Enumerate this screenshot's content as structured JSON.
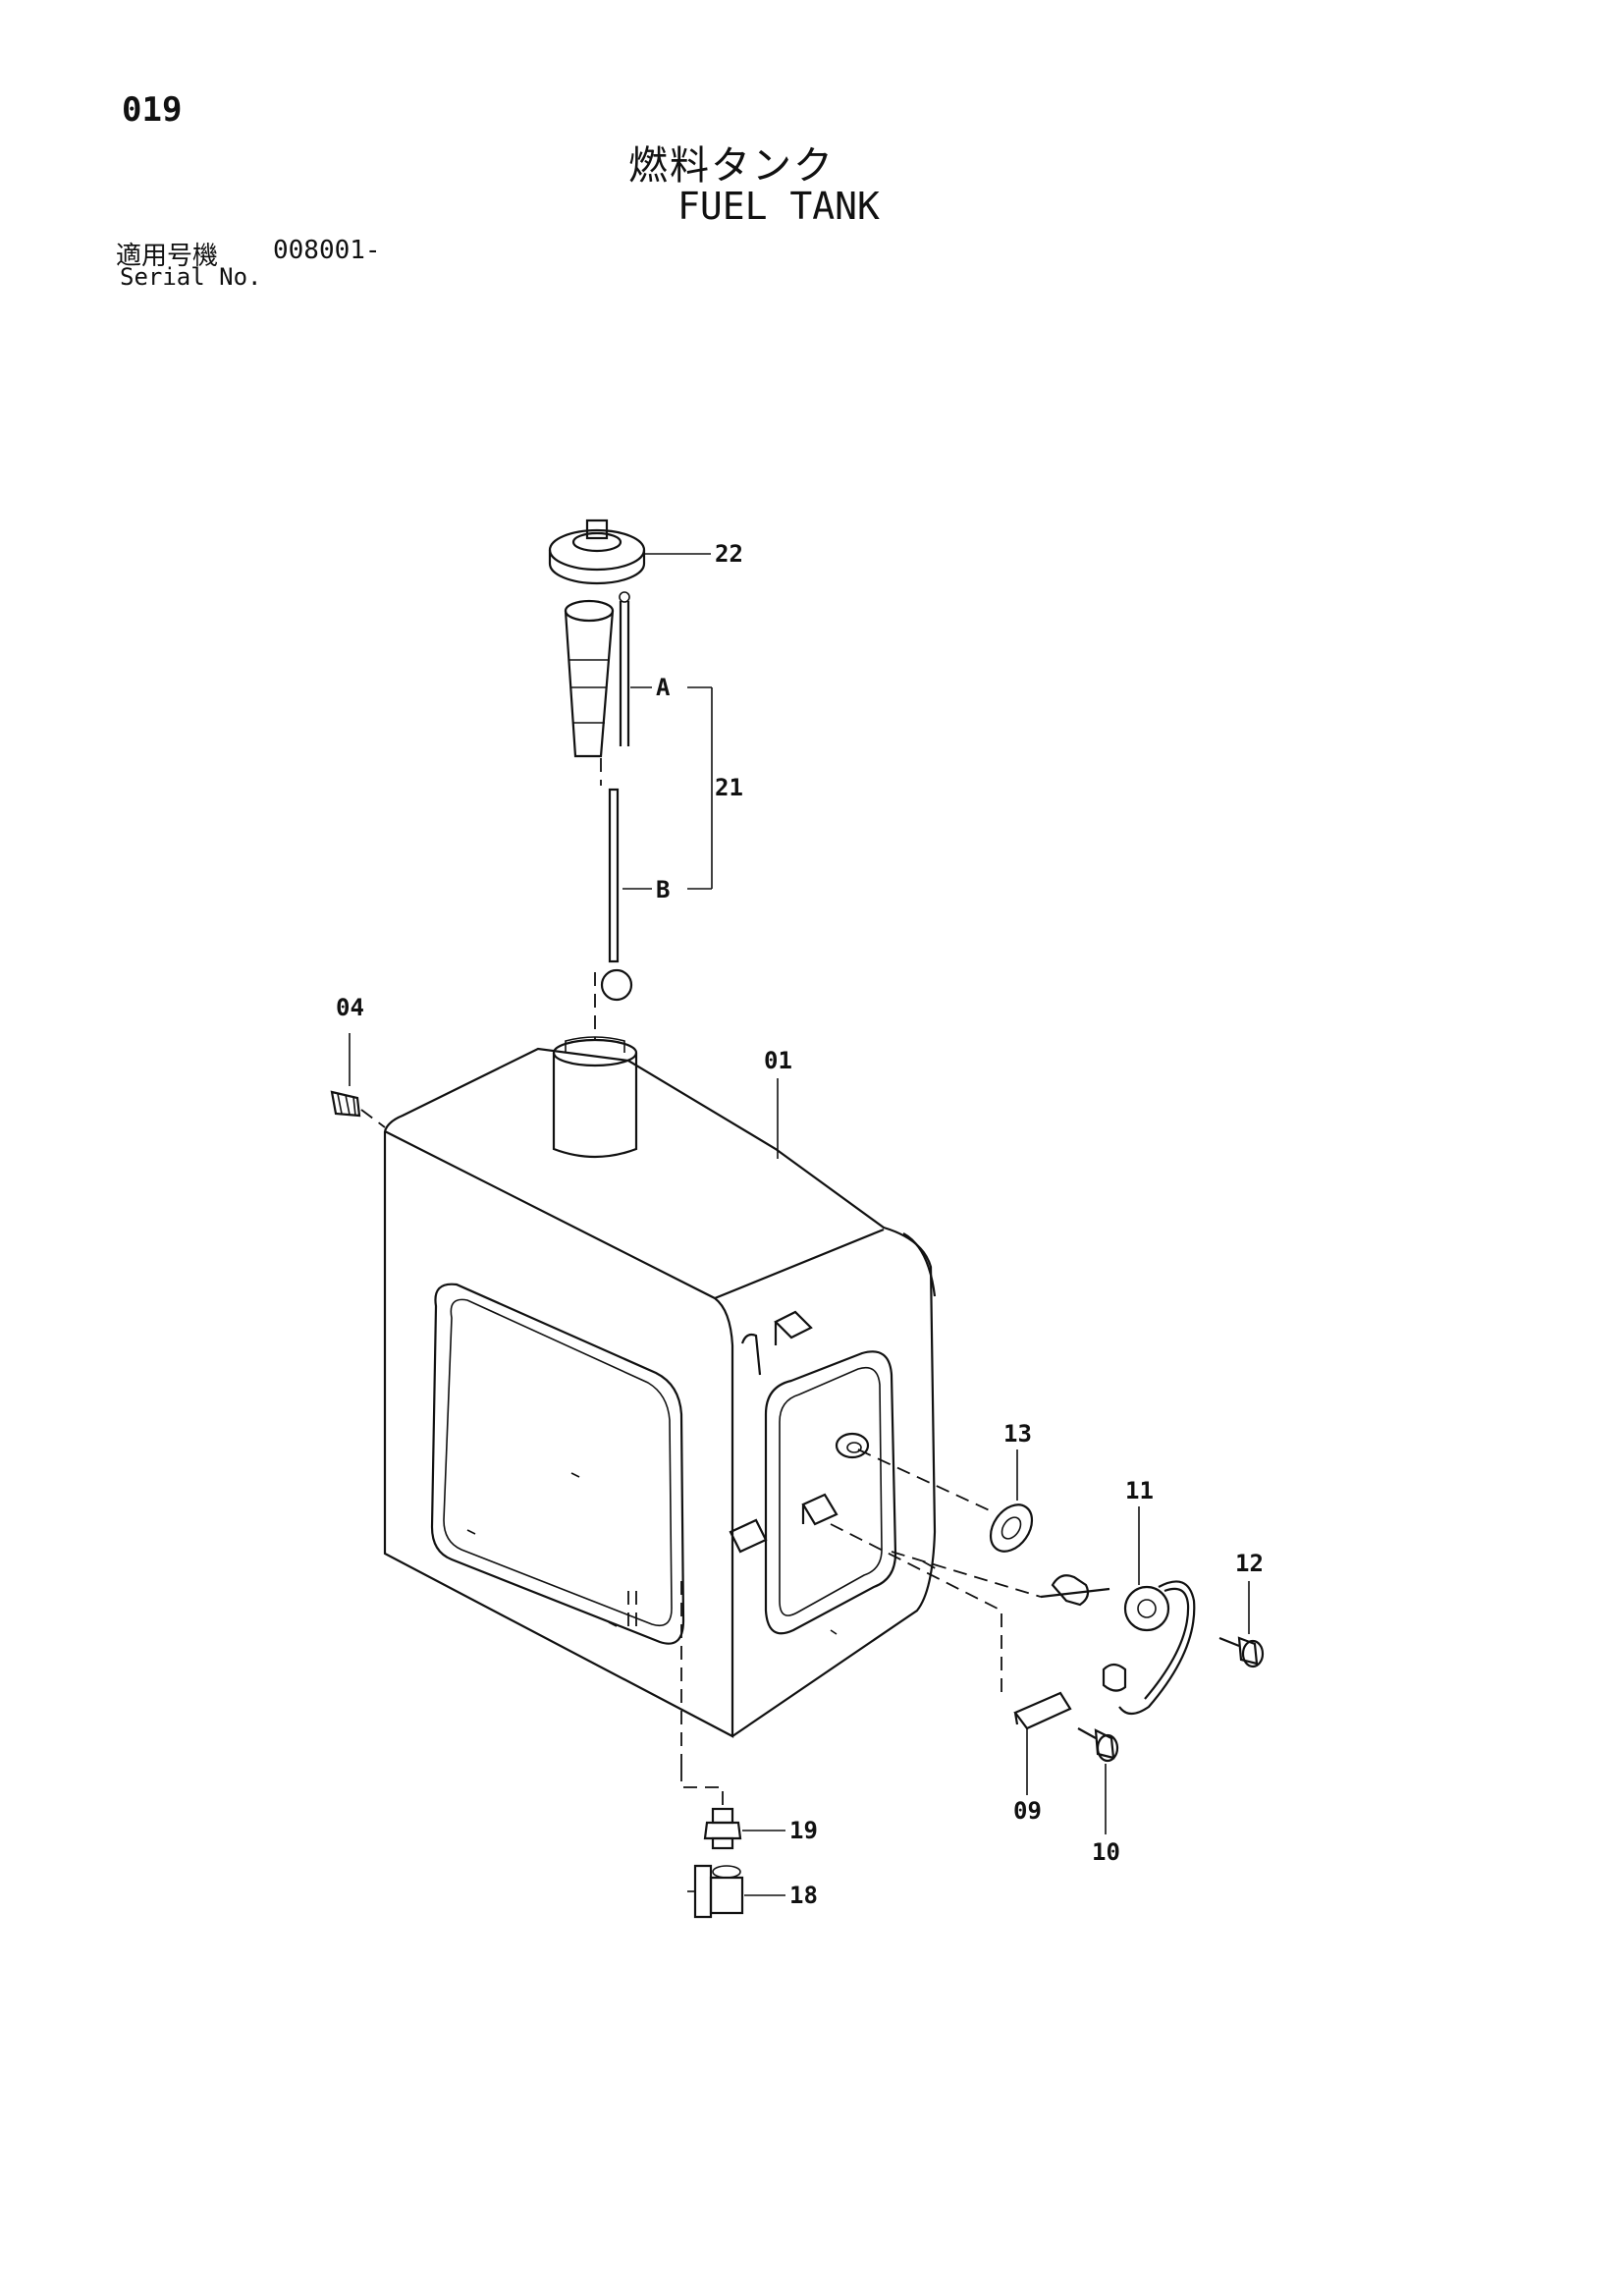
{
  "page": {
    "number": "019"
  },
  "title": {
    "jp": "燃料タンク",
    "en": "FUEL TANK"
  },
  "serial": {
    "label_jp": "適用号機",
    "value": "008001-",
    "label_en": "Serial No."
  },
  "callouts": {
    "p22": "22",
    "pA": "A",
    "p21": "21",
    "pB": "B",
    "p04": "04",
    "p01": "01",
    "p13": "13",
    "p11": "11",
    "p12": "12",
    "p09": "09",
    "p10": "10",
    "p19": "19",
    "p18": "18"
  }
}
